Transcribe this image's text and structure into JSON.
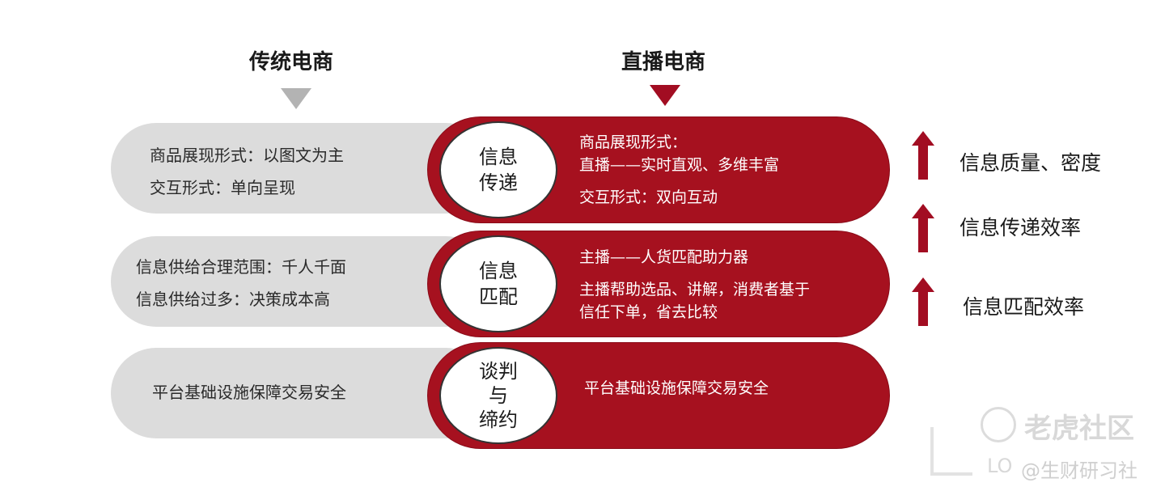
{
  "headers": {
    "left": "传统电商",
    "right": "直播电商"
  },
  "rows": [
    {
      "left_lines": [
        "商品展现形式：以图文为主",
        "交互形式：单向呈现"
      ],
      "circle_lines": [
        "信息",
        "传递"
      ],
      "right_lines": [
        "商品展现形式：",
        "直播——实时直观、多维丰富",
        "交互形式：双向互动"
      ]
    },
    {
      "left_lines": [
        "信息供给合理范围：千人千面",
        "信息供给过多：决策成本高"
      ],
      "circle_lines": [
        "信息",
        "匹配"
      ],
      "right_lines": [
        "主播——人货匹配助力器",
        "主播帮助选品、讲解，消费者基于",
        "信任下单，省去比较"
      ]
    },
    {
      "left_lines": [
        "平台基础设施保障交易安全"
      ],
      "circle_lines": [
        "谈判",
        "与",
        "缔约"
      ],
      "right_lines": [
        "平台基础设施保障交易安全"
      ]
    }
  ],
  "results": [
    "信息质量、密度",
    "信息传递效率",
    "信息匹配效率"
  ],
  "watermark": {
    "brand": "老虎社区",
    "handle": "@生财研习社",
    "partial": "LO"
  },
  "colors": {
    "red": "#a6111f",
    "grey": "#dcdcdc"
  }
}
